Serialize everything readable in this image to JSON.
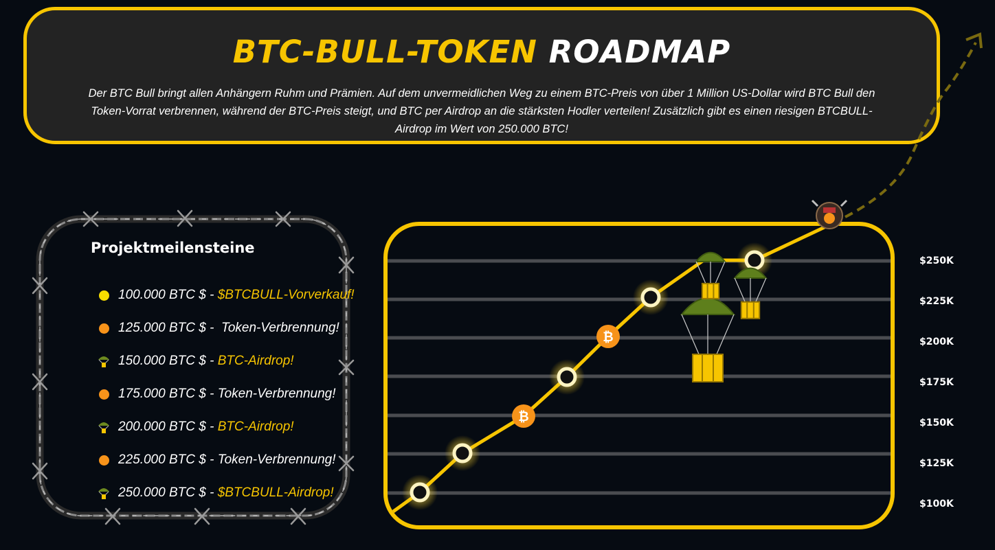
{
  "header": {
    "title_accent": "BTC-BULL-TOKEN",
    "title_plain": "ROADMAP",
    "intro": "Der BTC Bull bringt allen Anhängern Ruhm und Prämien. Auf dem unvermeidlichen Weg zu einem BTC-Preis von über 1 Million US-Dollar wird BTC Bull den Token-Vorrat verbrennen, während der BTC-Preis steigt, und BTC per Airdrop an die stärksten Hodler verteilen! Zusätzlich gibt es einen riesigen BTCBULL-Airdrop im Wert von 250.000 BTC!"
  },
  "milestones": {
    "title": "Projektmeilensteine",
    "items": [
      {
        "price": "100.000 BTC $",
        "sep": " - ",
        "event": "$BTCBULL-Vorverkauf!",
        "icon": "yellow-dot-icon",
        "color": "#f7dd00",
        "accent": true
      },
      {
        "price": "125.000 BTC $",
        "sep": " -  ",
        "event": "Token-Verbrennung!",
        "icon": "orange-dot-icon",
        "color": "#f7931a",
        "accent": false
      },
      {
        "price": "150.000 BTC $",
        "sep": " - ",
        "event": "BTC-Airdrop!",
        "icon": "parachute-icon",
        "color": "#6d8a1f",
        "accent": true
      },
      {
        "price": "175.000 BTC $",
        "sep": " - ",
        "event": "Token-Verbrennung!",
        "icon": "orange-dot-icon",
        "color": "#f7931a",
        "accent": false
      },
      {
        "price": "200.000 BTC $",
        "sep": " - ",
        "event": "BTC-Airdrop!",
        "icon": "parachute-icon",
        "color": "#6d8a1f",
        "accent": true
      },
      {
        "price": "225.000 BTC $",
        "sep": " - ",
        "event": "Token-Verbrennung!",
        "icon": "orange-dot-icon",
        "color": "#f7931a",
        "accent": false
      },
      {
        "price": "250.000 BTC $",
        "sep": " - ",
        "event": "$BTCBULL-Airdrop!",
        "icon": "parachute-icon",
        "color": "#6d8a1f",
        "accent": true
      }
    ]
  },
  "chart": {
    "y_labels": [
      "$250K",
      "$225K",
      "$200K",
      "$175K",
      "$150K",
      "$125K",
      "$100K"
    ]
  },
  "colors": {
    "accent": "#f7c500",
    "bitcoin_orange": "#f7931a",
    "background": "#060b12",
    "panel": "#232323"
  }
}
